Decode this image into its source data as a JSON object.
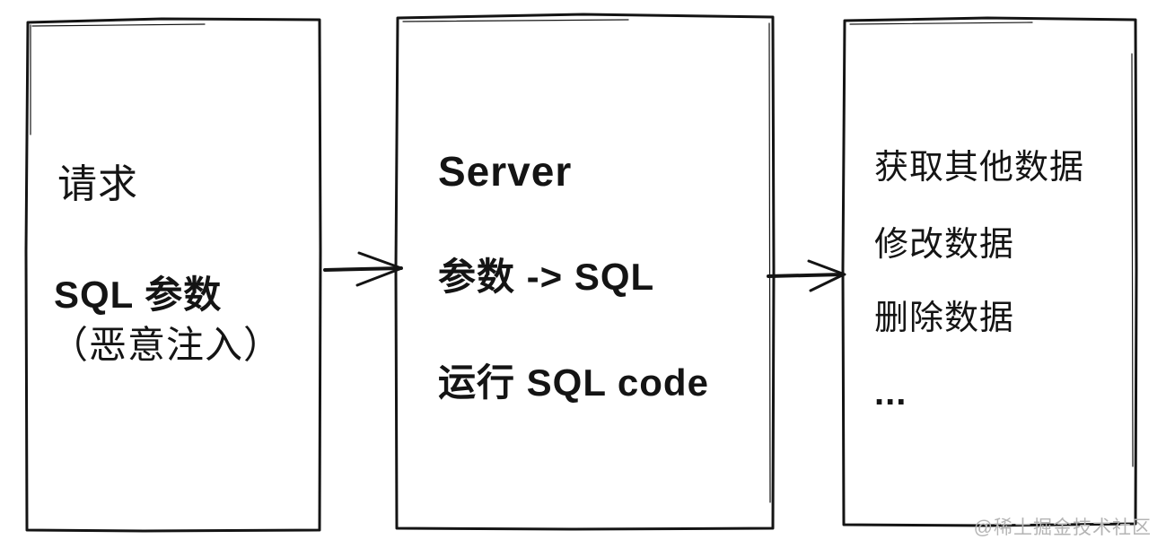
{
  "diagram": {
    "title": "sql-injection-flow",
    "boxes": [
      {
        "id": "request",
        "lines": [
          "请求",
          "SQL 参数",
          "（恶意注入）"
        ]
      },
      {
        "id": "server",
        "lines": [
          "Server",
          "参数 -> SQL",
          "运行 SQL code"
        ]
      },
      {
        "id": "impact",
        "lines": [
          "获取其他数据",
          "修改数据",
          "删除数据",
          "..."
        ]
      }
    ],
    "watermark": "@稀土掘金技术社区",
    "colors": {
      "stroke": "#141414",
      "background": "#ffffff",
      "watermark": "#b4b4b4"
    }
  }
}
